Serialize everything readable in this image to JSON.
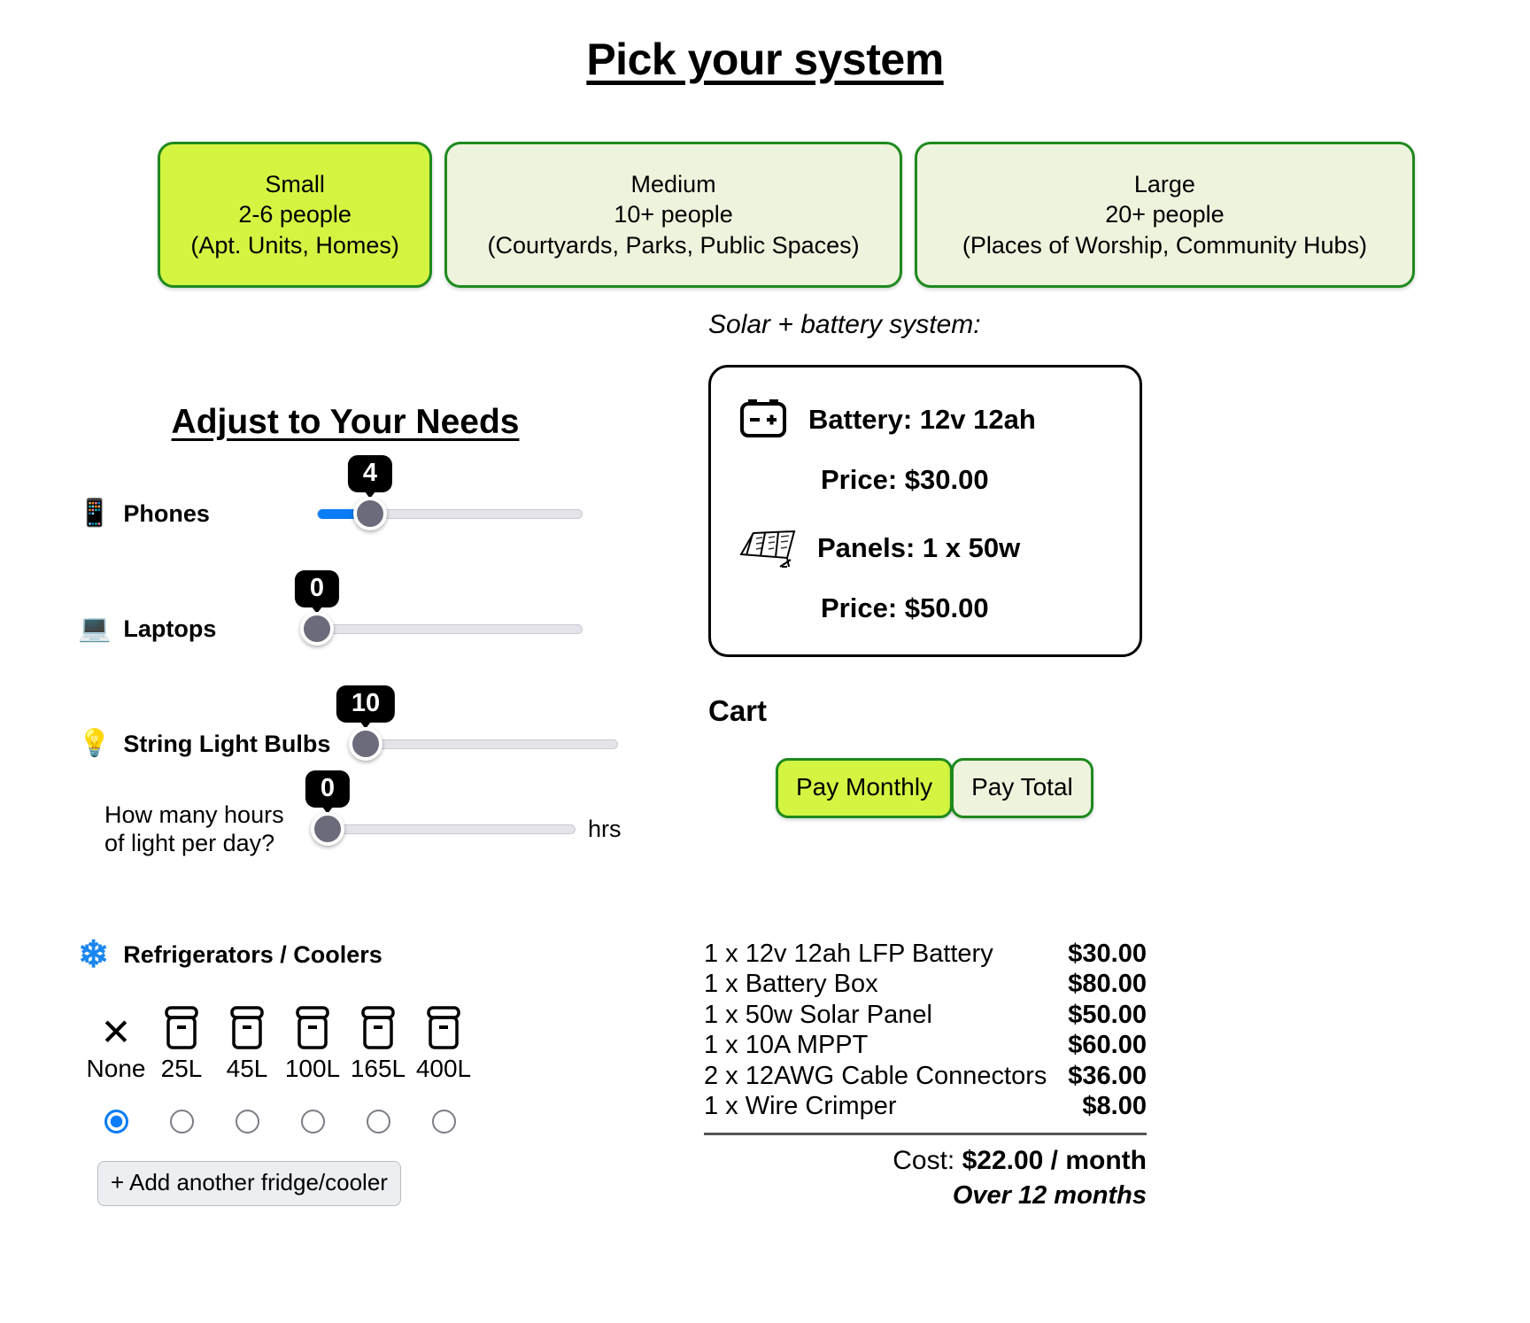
{
  "page": {
    "title": "Pick your system"
  },
  "sizes": [
    {
      "name": "Small",
      "people": "2-6 people",
      "examples": "(Apt. Units, Homes)",
      "selected": true
    },
    {
      "name": "Medium",
      "people": "10+ people",
      "examples": "(Courtyards, Parks, Public Spaces)",
      "selected": false
    },
    {
      "name": "Large",
      "people": "20+ people",
      "examples": "(Places of Worship, Community Hubs)",
      "selected": false
    }
  ],
  "adjust": {
    "heading": "Adjust to Your Needs",
    "sliders": [
      {
        "icon": "phone-icon",
        "label": "Phones",
        "value": "4",
        "min": 0,
        "max": 20,
        "pct": 20
      },
      {
        "icon": "laptop-icon",
        "label": "Laptops",
        "value": "0",
        "min": 0,
        "max": 20,
        "pct": 0
      },
      {
        "icon": "bulb-icon",
        "label": "String Light Bulbs",
        "value": "10",
        "min": 0,
        "max": 200,
        "pct": 5
      }
    ],
    "hours": {
      "label_line1": "How many hours",
      "label_line2": "of light per day?",
      "value": "0",
      "unit": "hrs",
      "pct": 0
    }
  },
  "fridge": {
    "icon": "snowflake-icon",
    "heading": "Refrigerators / Coolers",
    "options": [
      {
        "cap": "None",
        "icon": "x-icon",
        "selected": true
      },
      {
        "cap": "25L",
        "icon": "cooler-icon",
        "selected": false
      },
      {
        "cap": "45L",
        "icon": "cooler-icon",
        "selected": false
      },
      {
        "cap": "100L",
        "icon": "cooler-icon",
        "selected": false
      },
      {
        "cap": "165L",
        "icon": "cooler-icon",
        "selected": false
      },
      {
        "cap": "400L",
        "icon": "cooler-icon",
        "selected": false
      }
    ],
    "add_label": "+ Add another fridge/cooler"
  },
  "system": {
    "caption": "Solar + battery system:",
    "battery": {
      "icon": "battery-icon",
      "title": "Battery: 12v 12ah",
      "price": "Price: $30.00"
    },
    "panels": {
      "icon": "solar-panel-icon",
      "title": "Panels: 1 x 50w",
      "price": "Price: $50.00"
    }
  },
  "cart": {
    "title": "Cart",
    "pay_monthly_label": "Pay Monthly",
    "pay_total_label": "Pay Total",
    "pay_selected": "Pay Monthly",
    "items": [
      {
        "name": "1 x 12v 12ah LFP Battery",
        "price": "$30.00"
      },
      {
        "name": "1 x Battery Box",
        "price": "$80.00"
      },
      {
        "name": "1 x 50w Solar Panel",
        "price": "$50.00"
      },
      {
        "name": "1 x 10A MPPT",
        "price": "$60.00"
      },
      {
        "name": "2 x 12AWG Cable Connectors",
        "price": "$36.00"
      },
      {
        "name": "1 x Wire Crimper",
        "price": "$8.00"
      }
    ],
    "cost_prefix": "Cost: ",
    "cost_value": "$22.00 / month",
    "term": "Over 12 months"
  },
  "colors": {
    "selected_green": "#d4f442",
    "pale_green": "#eef3dd",
    "border_green": "#1e8a1e",
    "slider_blue": "#0a7cf5",
    "snowflake_blue": "#1a86f0"
  }
}
